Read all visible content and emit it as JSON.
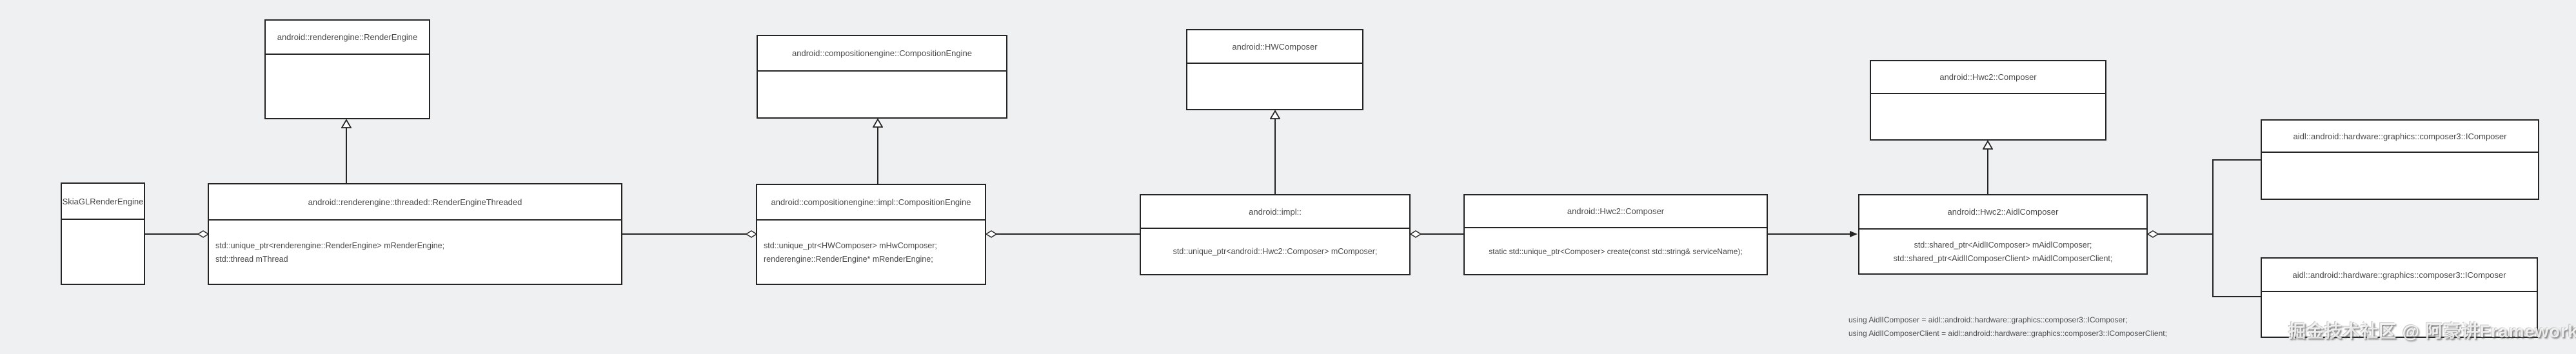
{
  "colors": {
    "background": "#eff0f1",
    "box_border": "#242424",
    "box_fill": "#ffffff",
    "text": "#4a4a4a"
  },
  "classes": {
    "render_engine": {
      "title": "android::renderengine::RenderEngine",
      "members": []
    },
    "skia_gl_render_engine": {
      "title": "SkiaGLRenderEngine",
      "members": []
    },
    "render_engine_threaded": {
      "title": "android::renderengine::threaded::RenderEngineThreaded",
      "members": [
        "std::unique_ptr<renderengine::RenderEngine> mRenderEngine;",
        "std::thread mThread"
      ]
    },
    "composition_engine": {
      "title": "android::compositionengine::CompositionEngine",
      "members": []
    },
    "impl_composition_engine": {
      "title": "android::compositionengine::impl::CompositionEngine",
      "members": [
        "std::unique_ptr<HWComposer> mHwComposer;",
        "renderengine::RenderEngine* mRenderEngine;"
      ]
    },
    "hwcomposer": {
      "title": "android::HWComposer",
      "members": []
    },
    "impl_hwcomposer": {
      "title": "android::impl::",
      "members": [
        "std::unique_ptr<android::Hwc2::Composer> mComposer;"
      ]
    },
    "hwc2_composer": {
      "title": "android::Hwc2::Composer",
      "members": [
        "static std::unique_ptr<Composer> create(const std::string& serviceName);"
      ]
    },
    "hwc2_composer_base": {
      "title": "android::Hwc2::Composer",
      "members": []
    },
    "aidl_composer": {
      "title": "android::Hwc2::AidlComposer",
      "members": [
        "std::shared_ptr<AidlIComposer> mAidlComposer;",
        "std::shared_ptr<AidlIComposerClient> mAidlComposerClient;"
      ]
    },
    "icomposer_top": {
      "title": "aidl::android::hardware::graphics::composer3::IComposer",
      "members": []
    },
    "icomposer_bottom": {
      "title": "aidl::android::hardware::graphics::composer3::IComposer",
      "members": []
    }
  },
  "note": {
    "lines": [
      "using AidlIComposer = aidl::android::hardware::graphics::composer3::IComposer;",
      "using AidlIComposerClient = aidl::android::hardware::graphics::composer3::IComposerClient;"
    ]
  },
  "watermark": "掘金技术社区 @ 阿豪讲Framework"
}
